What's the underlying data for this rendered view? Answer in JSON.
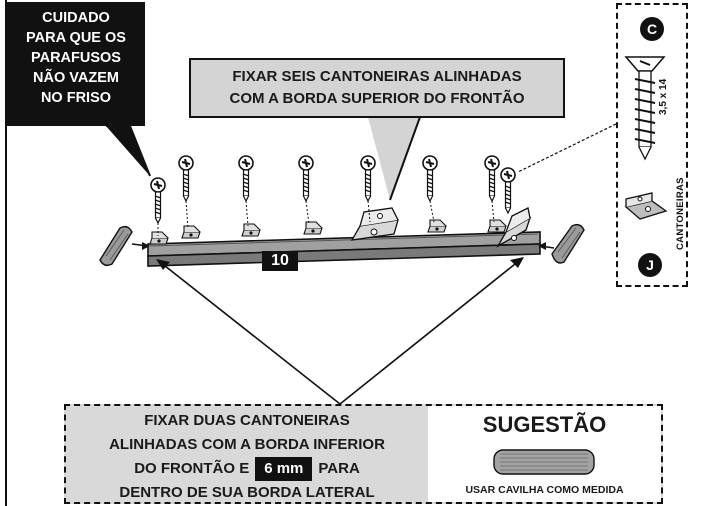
{
  "warning": {
    "lines": [
      "CUIDADO",
      "PARA QUE OS",
      "PARAFUSOS",
      "NÃO VAZEM",
      "NO FRISO"
    ]
  },
  "instruction_top": {
    "lines": [
      "FIXAR SEIS CANTONEIRAS ALINHADAS",
      "COM A BORDA SUPERIOR DO FRONTÃO"
    ]
  },
  "part_number": "10",
  "parts": {
    "screw_label": "C",
    "screw_size": "3,5 x 14",
    "bracket_label": "J",
    "bracket_name": "CANTONEIRAS"
  },
  "instruction_bottom": {
    "line1": "FIXAR DUAS CANTONEIRAS",
    "line2": "ALINHADAS COM A BORDA INFERIOR",
    "line3_before": "DO FRONTÃO E",
    "line3_badge": "6 mm",
    "line3_after": "PARA",
    "line4": "DENTRO DE SUA BORDA LATERAL"
  },
  "suggestion": {
    "title": "SUGESTÃO",
    "caption": "USAR CAVILHA COMO MEDIDA"
  },
  "icons": [
    "screw-icon",
    "bracket-icon",
    "dowel-icon",
    "callout-arrow-icon"
  ]
}
